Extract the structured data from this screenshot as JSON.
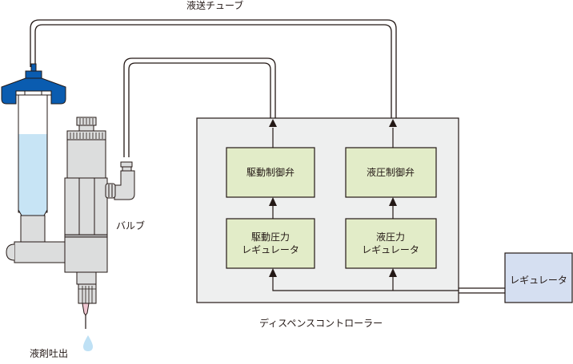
{
  "diagram": {
    "labels": {
      "tube": "液送チューブ",
      "valve": "バルブ",
      "discharge": "液剤吐出",
      "controller": "ディスペンスコントローラー"
    },
    "controller_blocks": {
      "drive_valve": "駆動制御弁",
      "liquid_valve": "液圧制御弁",
      "drive_regulator_line1": "駆動圧力",
      "drive_regulator_line2": "レギュレータ",
      "liquid_regulator_line1": "液圧力",
      "liquid_regulator_line2": "レギュレータ"
    },
    "external_regulator": "レギュレータ",
    "colors": {
      "syringe_cap": "#0a5cb0",
      "liquid": "#c7e4f5",
      "metal": "#dcdddd",
      "controller_bg": "#eeefef",
      "block_fill": "#e2ecc8",
      "regulator_fill": "#d5dff1",
      "needle_tip": "#f0c7d2",
      "drop": "#bfe1f5",
      "stroke": "#231815"
    }
  }
}
